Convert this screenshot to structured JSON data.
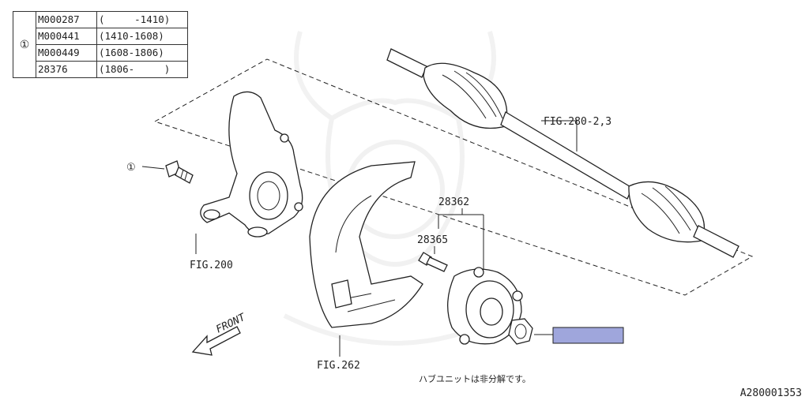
{
  "reference_table": {
    "ref_symbol": "①",
    "rows": [
      {
        "code": "M000287",
        "range": "(     -1410)"
      },
      {
        "code": "M000441",
        "range": "(1410-1608)"
      },
      {
        "code": "M000449",
        "range": "(1608-1806)"
      },
      {
        "code": "28376",
        "range": "(1806-     )"
      }
    ]
  },
  "callouts": {
    "bolt_ref": "①",
    "axle_shaft": "FIG.280-2,3",
    "knuckle": "FIG.200",
    "back_plate": "FIG.262",
    "hub_unit": "28362",
    "hub_bolt": "28365",
    "front_arrow": "FRONT"
  },
  "note_text": "ハブユニットは非分解です。",
  "diagram_id": "A280001353",
  "colors": {
    "highlight_box": "#9fa6dc",
    "line": "#222222"
  }
}
